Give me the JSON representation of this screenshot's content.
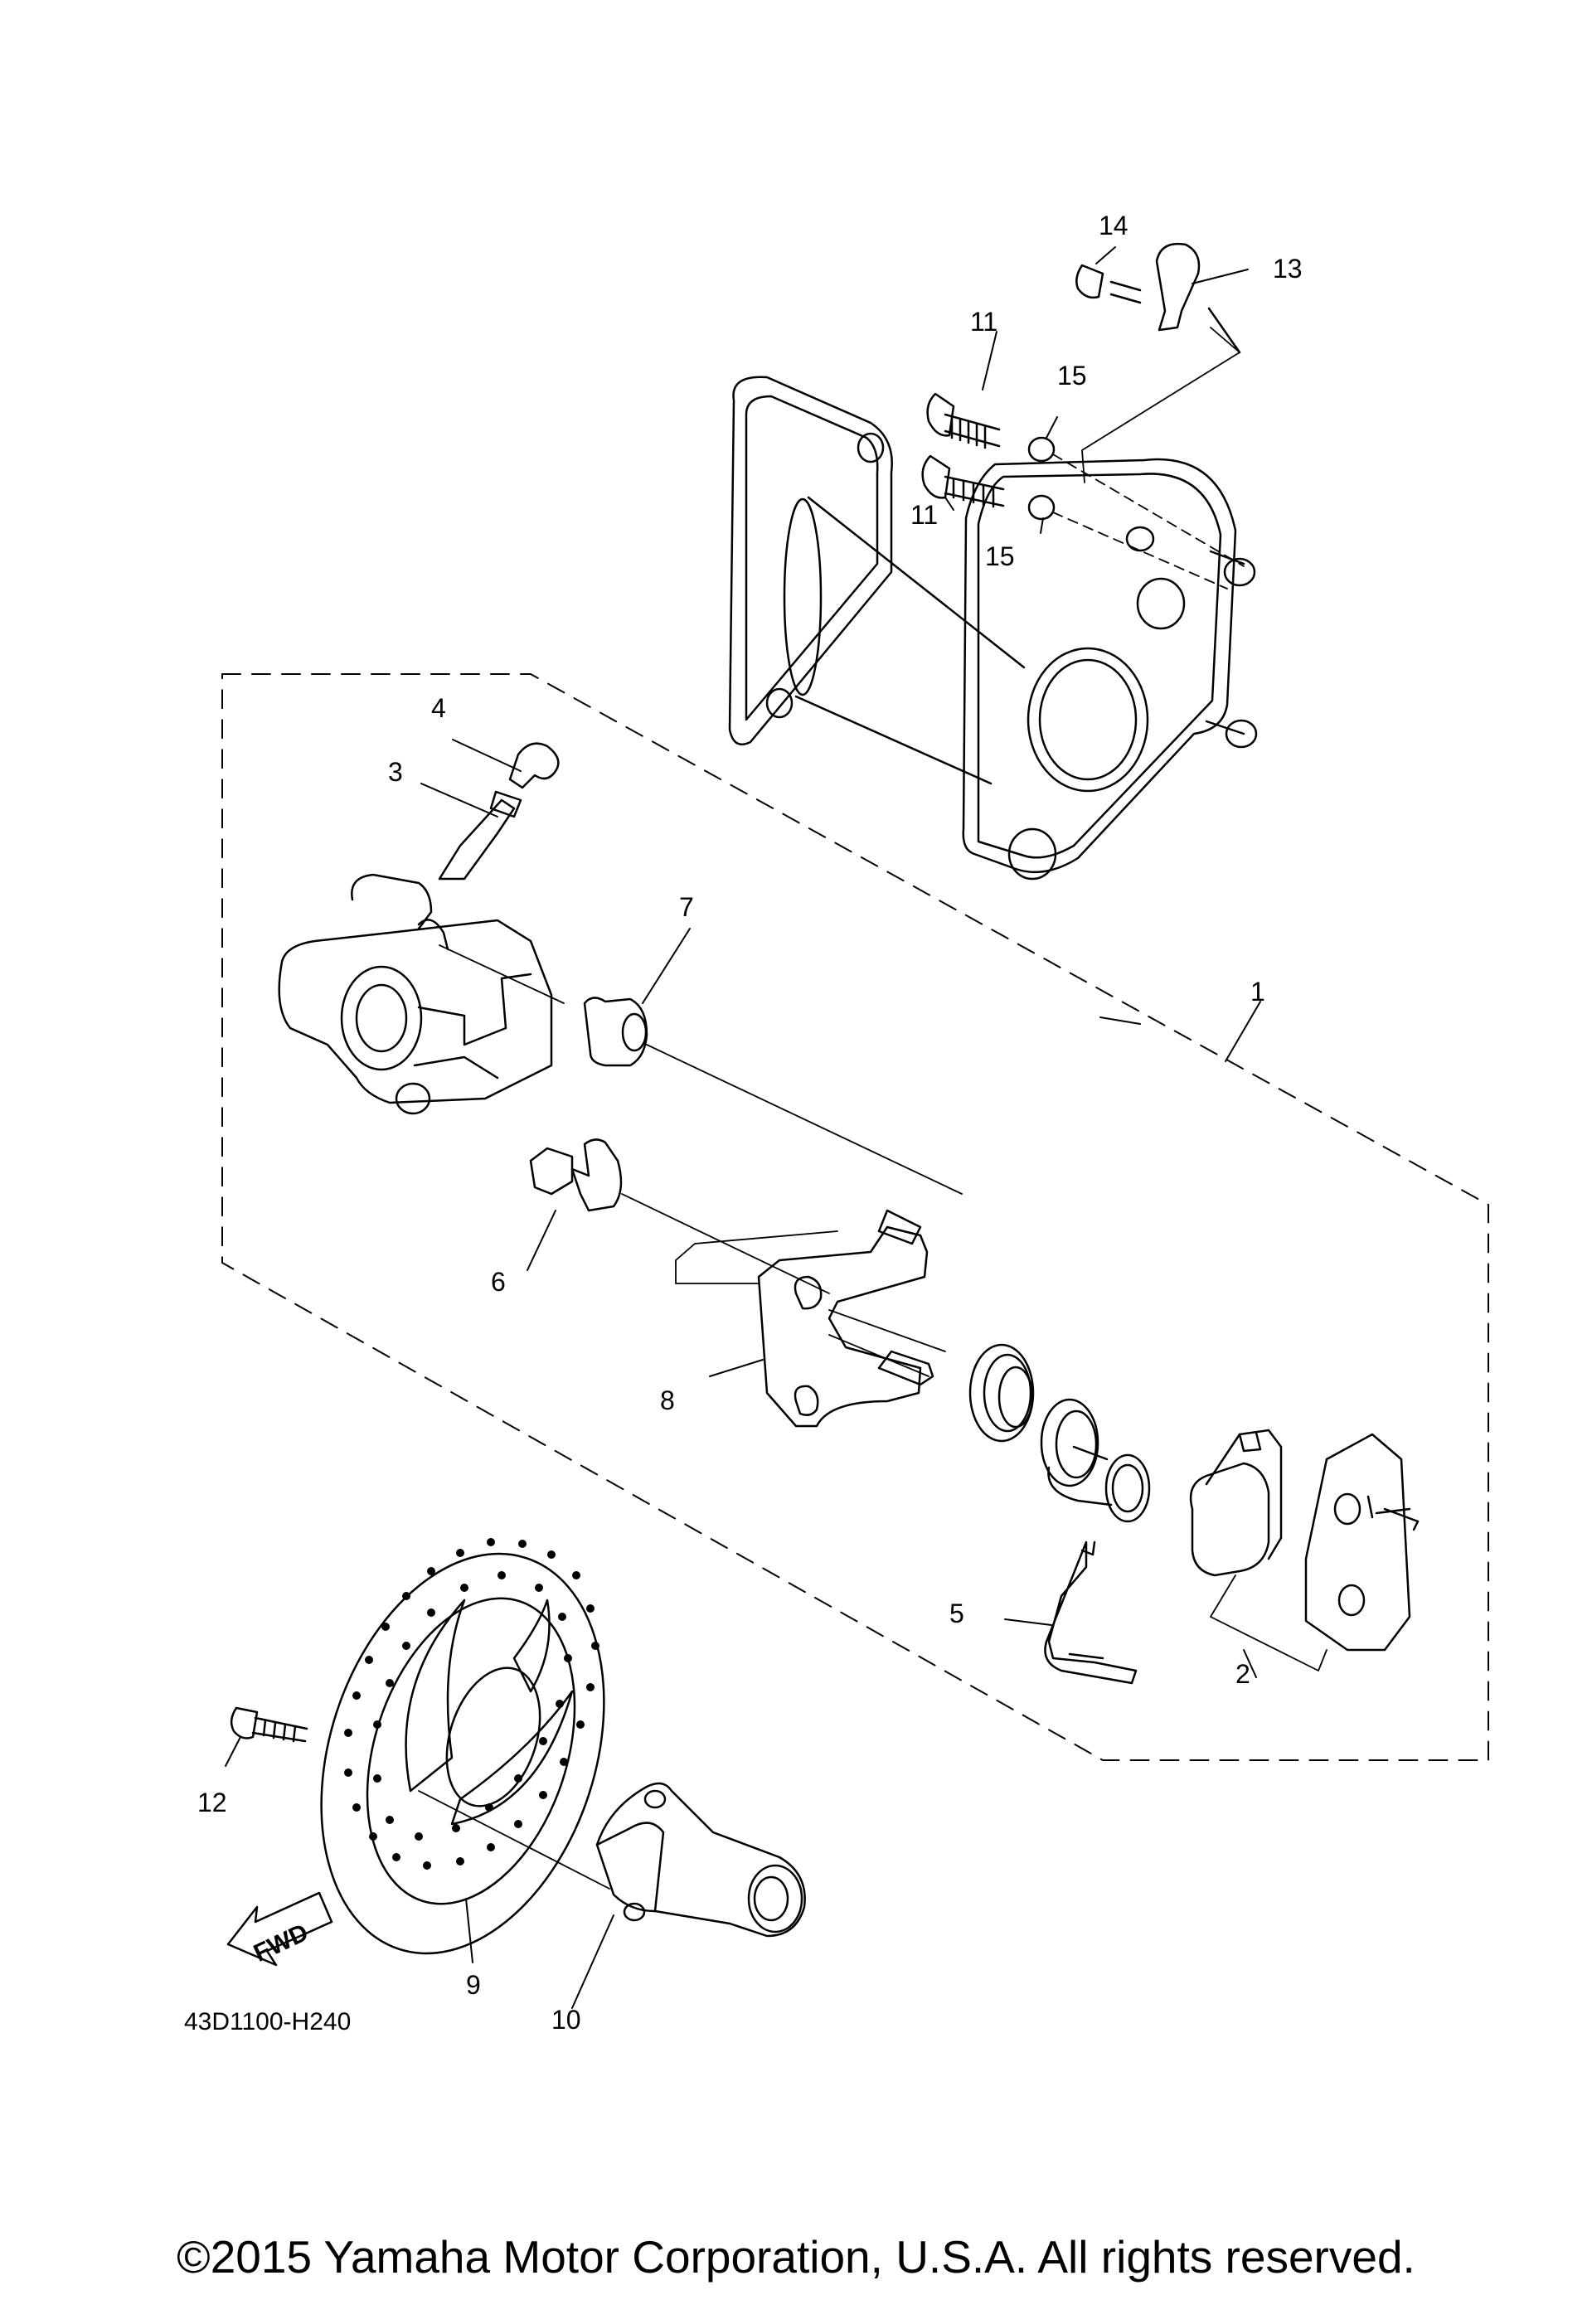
{
  "diagram": {
    "callouts": [
      {
        "id": "c1",
        "text": "1"
      },
      {
        "id": "c2",
        "text": "2"
      },
      {
        "id": "c3",
        "text": "3"
      },
      {
        "id": "c4",
        "text": "4"
      },
      {
        "id": "c5",
        "text": "5"
      },
      {
        "id": "c6",
        "text": "6"
      },
      {
        "id": "c7",
        "text": "7"
      },
      {
        "id": "c8",
        "text": "8"
      },
      {
        "id": "c9",
        "text": "9"
      },
      {
        "id": "c10",
        "text": "10"
      },
      {
        "id": "c11a",
        "text": "11"
      },
      {
        "id": "c11b",
        "text": "11"
      },
      {
        "id": "c12",
        "text": "12"
      },
      {
        "id": "c13",
        "text": "13"
      },
      {
        "id": "c14",
        "text": "14"
      },
      {
        "id": "c15a",
        "text": "15"
      },
      {
        "id": "c15b",
        "text": "15"
      }
    ],
    "direction_arrow": "FWD",
    "drawing_code": "43D1100-H240",
    "copyright": "©2015 Yamaha Motor Corporation, U.S.A. All rights reserved."
  }
}
